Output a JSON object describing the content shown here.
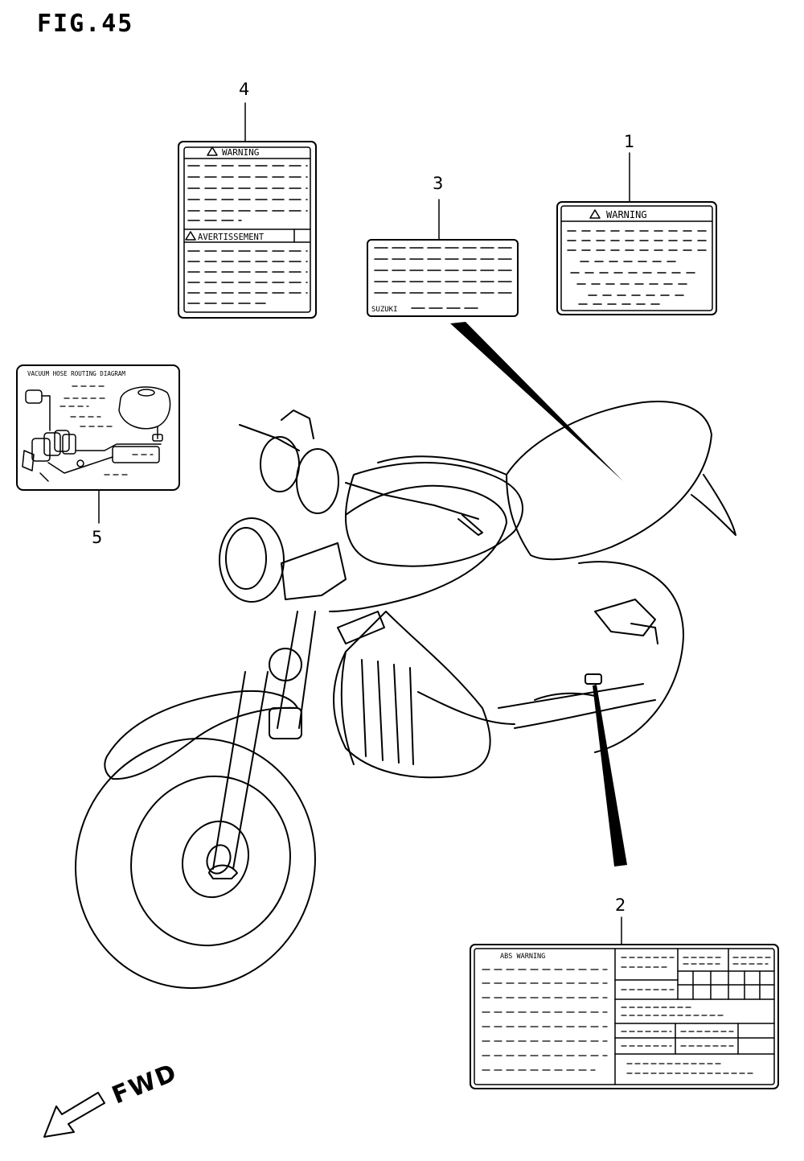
{
  "figure": {
    "title": "FIG.45"
  },
  "callouts": [
    {
      "id": "1",
      "text": "1"
    },
    {
      "id": "2",
      "text": "2"
    },
    {
      "id": "3",
      "text": "3"
    },
    {
      "id": "4",
      "text": "4"
    },
    {
      "id": "5",
      "text": "5"
    }
  ],
  "labels": {
    "label_1_header": "WARNING",
    "label_4_header": "WARNING",
    "label_4_subheader": "AVERTISSEMENT",
    "label_3_footer": "SUZUKI",
    "label_5_header": "VACUUM HOSE ROUTING DIAGRAM",
    "label_2_header": "ABS WARNING"
  },
  "direction": {
    "text": "FWD"
  }
}
